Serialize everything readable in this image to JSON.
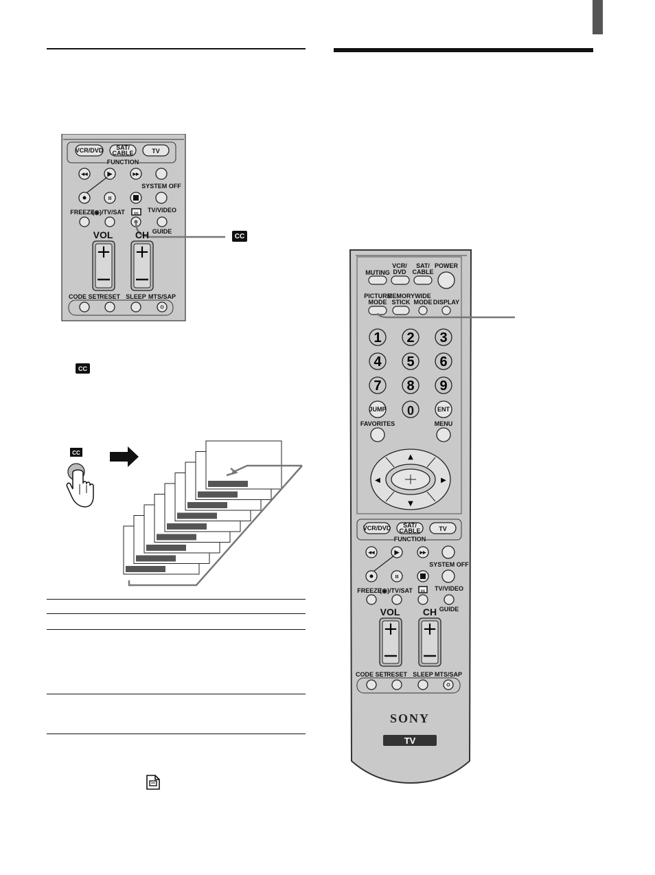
{
  "labels": {
    "source_buttons": [
      "VCR/DVD",
      "SAT/",
      "CABLE",
      "TV"
    ],
    "function": "FUNCTION",
    "system_off": "SYSTEM OFF",
    "freeze": "FREEZE",
    "tv_sat": "(◉)/TV/SAT",
    "tv_video": "TV/VIDEO",
    "guide": "GUIDE",
    "vol": "VOL",
    "ch": "CH",
    "code_set": "CODE SET",
    "reset": "RESET",
    "sleep": "SLEEP",
    "mts_sap": "MTS/SAP",
    "muting": "MUTING",
    "vcr_dvd_top": [
      "VCR/",
      "DVD"
    ],
    "sat_cable_top": [
      "SAT/",
      "CABLE"
    ],
    "power": "POWER",
    "picture_mode": [
      "PICTURE",
      "MODE"
    ],
    "memory_stick": [
      "MEMORY",
      "STICK"
    ],
    "wide_mode": [
      "WIDE",
      "MODE"
    ],
    "display": "DISPLAY",
    "digits": [
      "1",
      "2",
      "3",
      "4",
      "5",
      "6",
      "7",
      "8",
      "9"
    ],
    "zero": "0",
    "jump": "JUMP",
    "ent": "ENT",
    "favorites": "FAVORITES",
    "menu": "MENU",
    "brand": "SONY",
    "tv_badge": "TV"
  },
  "cc_icon": "CC",
  "icons": [
    "closed-caption-icon",
    "pointing-hand-icon",
    "arrow-right-icon",
    "note-icon"
  ],
  "colors": {
    "remote_body": "#c9c9c9",
    "remote_dark": "#555555",
    "page_tab": "#555555"
  }
}
